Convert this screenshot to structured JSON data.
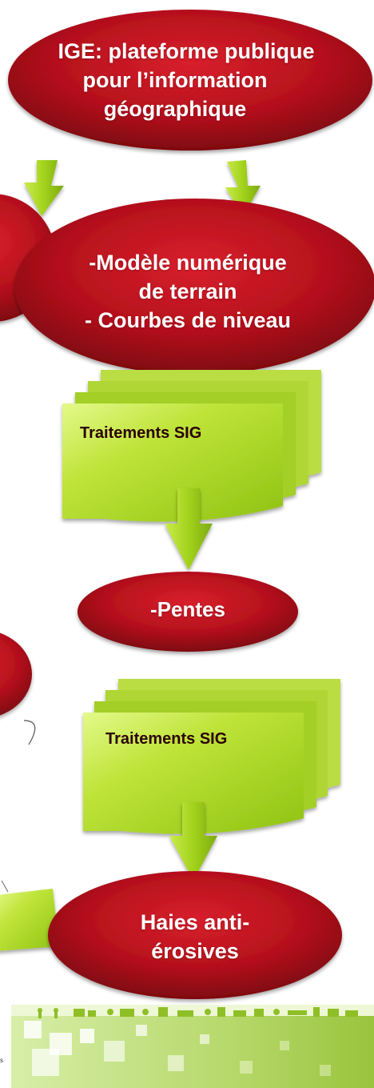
{
  "colors": {
    "oval_fill": "#b5101c",
    "oval_dark": "#7e0610",
    "doc_fill": "#a7d51c",
    "doc_light": "#ddf57a",
    "arrow_fill": "#9bcc17",
    "process_text": "#2b0005"
  },
  "nodes": {
    "source_line1": "IGE: plateforme publique",
    "source_line2": "pour l’information",
    "source_line3": "géographique",
    "mnt_line1": "-Modèle numérique",
    "mnt_line2": "de terrain",
    "mnt_line3": "- Courbes de niveau",
    "process1": "Traitements SIG",
    "pentes": "-Pentes",
    "process2": "Traitements SIG",
    "haies_line1": "Haies anti-",
    "haies_line2": "érosives"
  },
  "footer": {
    "edge_text": "s"
  }
}
